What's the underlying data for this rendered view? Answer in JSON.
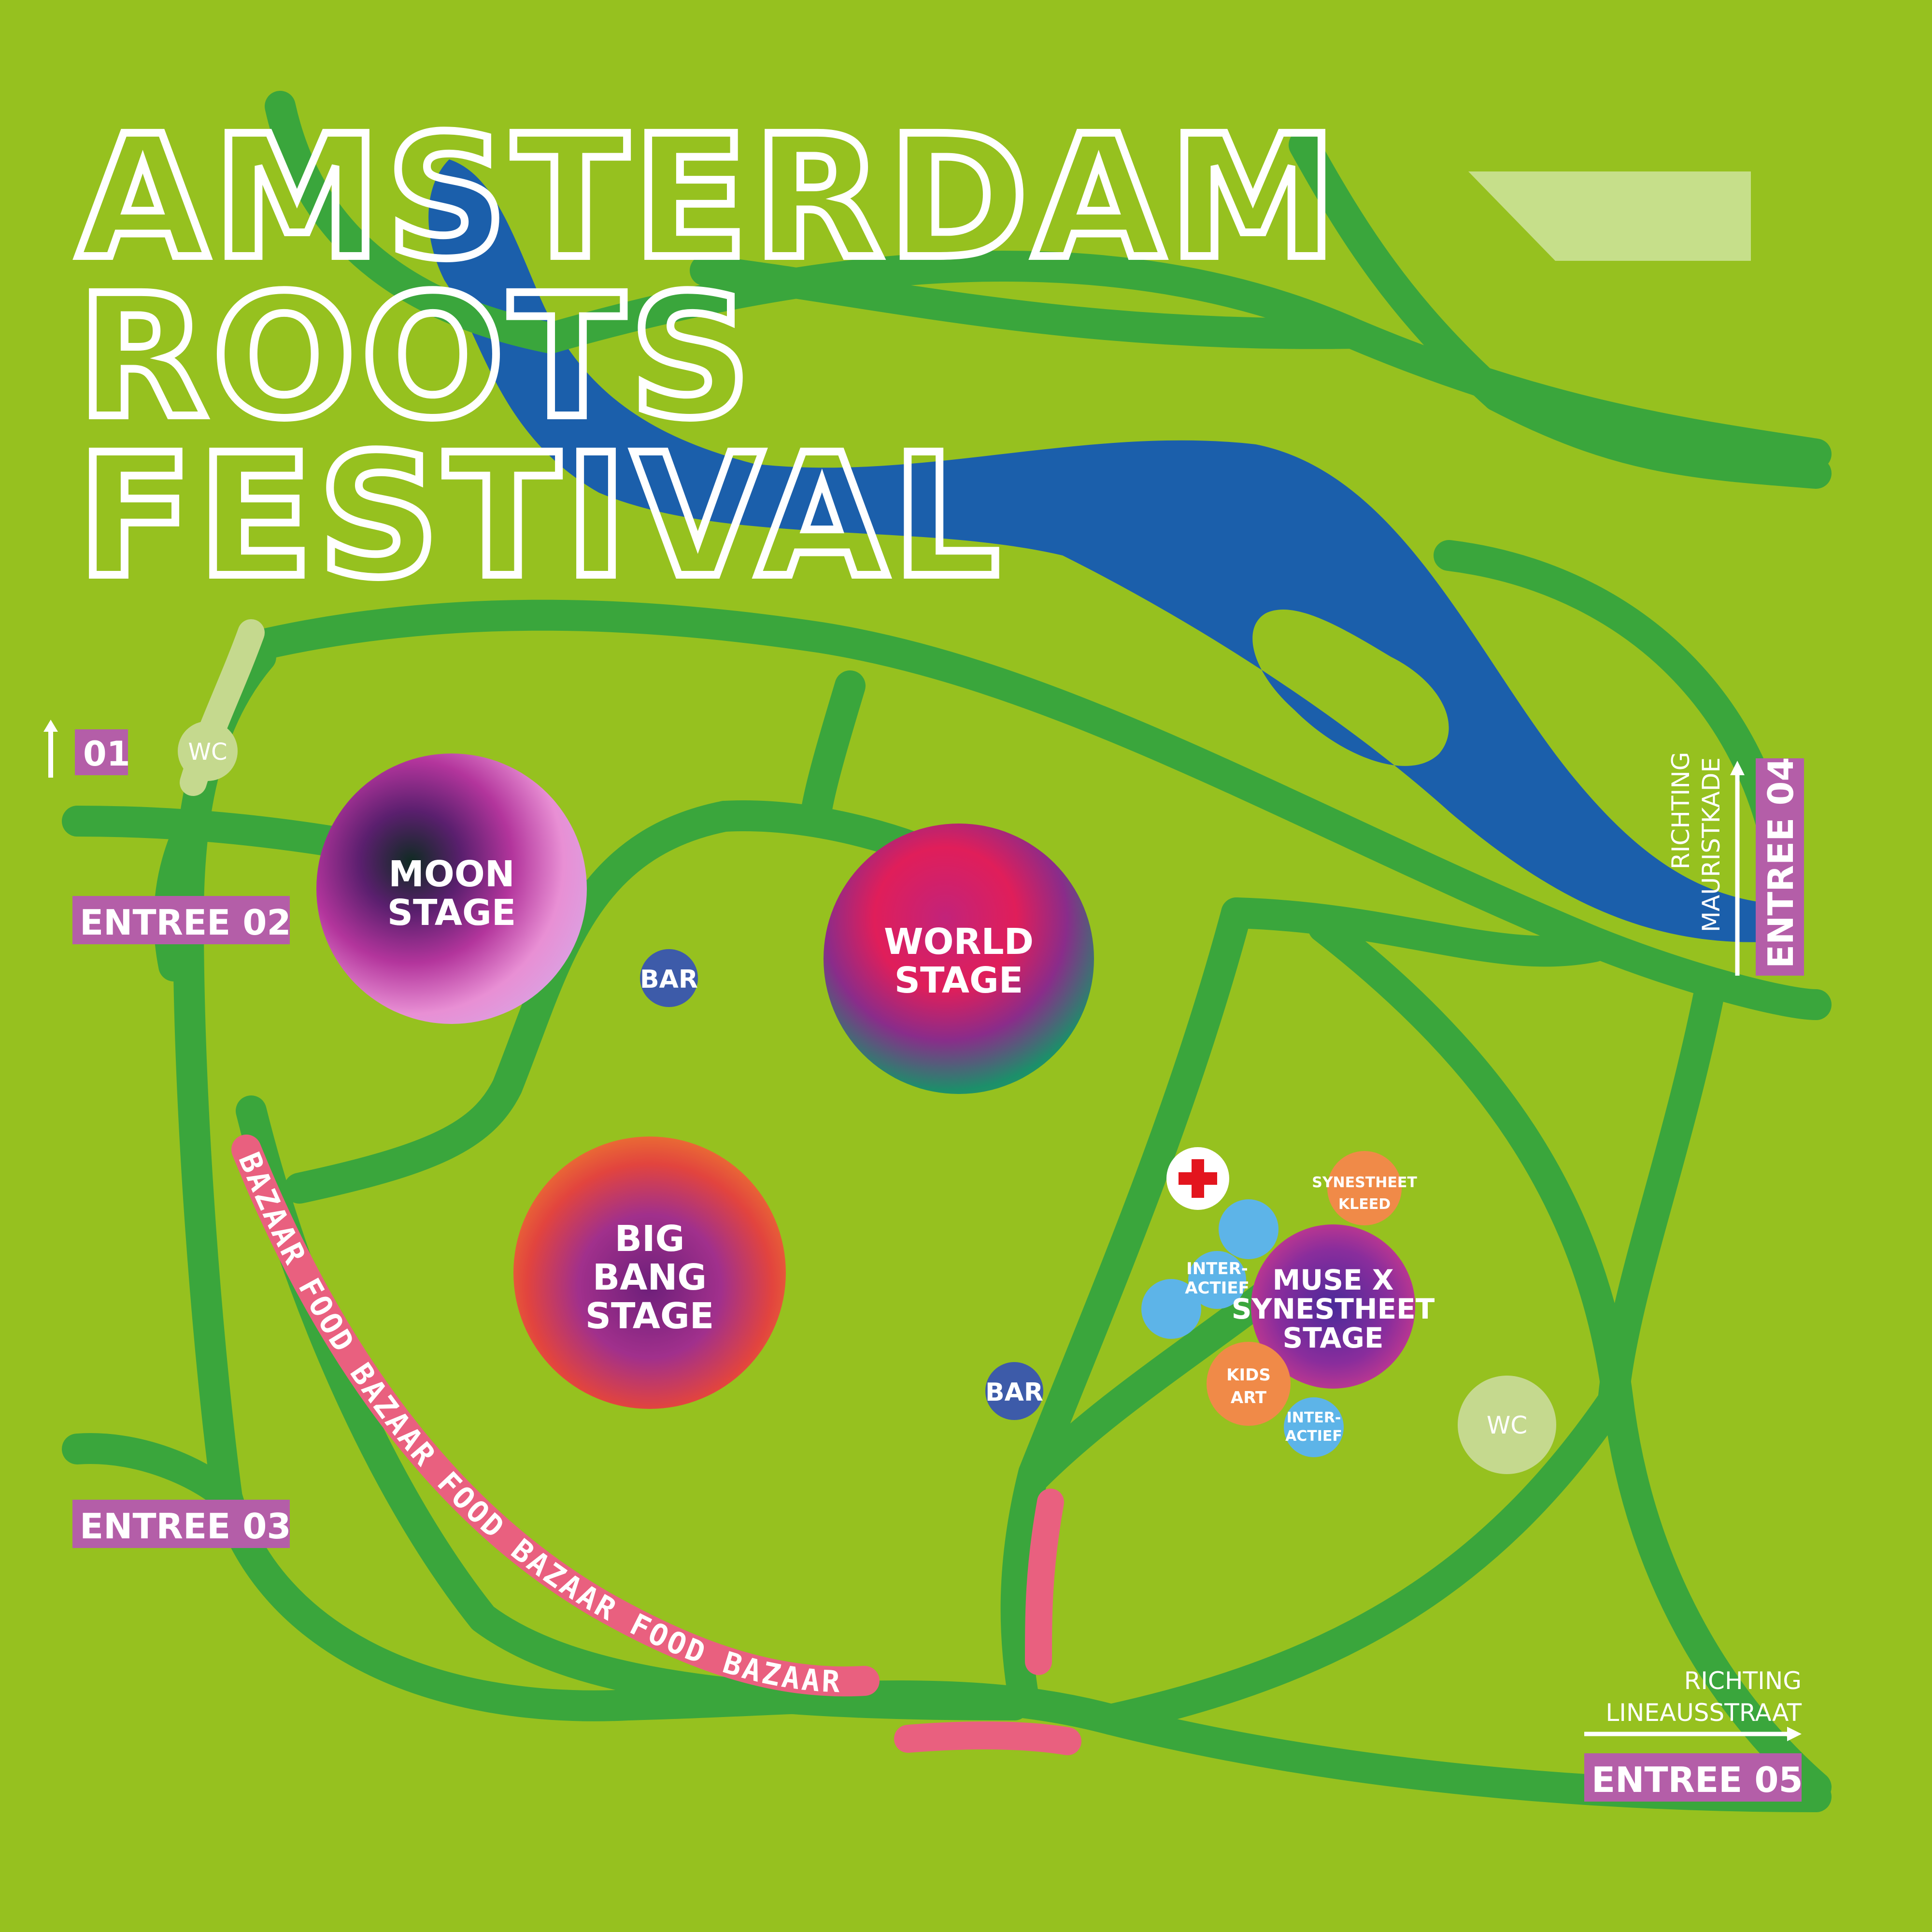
{
  "title": {
    "line1": "AMSTERDAM",
    "line2": "ROOTS",
    "line3": "FESTIVAL"
  },
  "colors": {
    "background": "#96c11f",
    "paths": "#3aa63c",
    "water": "#1b5fab",
    "entree_badge": "#b45ea8",
    "bar": "#3d5ba9",
    "interactief": "#5db4e8",
    "orange": "#f08a48",
    "wc": "#c5d98e",
    "bazaar_pink": "#e9607f",
    "first_aid_cross": "#e3151e"
  },
  "stages": {
    "moon": {
      "line1": "MOON",
      "line2": "STAGE"
    },
    "world": {
      "line1": "WORLD",
      "line2": "STAGE"
    },
    "bigbang": {
      "line1": "BIG",
      "line2": "BANG",
      "line3": "STAGE"
    },
    "muse": {
      "line1": "MUSE X",
      "line2": "SYNESTHEET",
      "line3": "STAGE"
    }
  },
  "amenities": {
    "bar": "BAR",
    "wc": "WC",
    "interactief_top": "INTER-",
    "interactief_bottom": "ACTIEF",
    "kids_top": "KIDS",
    "kids_bottom": "ART",
    "synestheet_top": "SYNESTHEET",
    "synestheet_bottom": "KLEED",
    "first_aid_icon": "first-aid-cross-icon"
  },
  "entrances": {
    "e01": "01",
    "e02": "ENTREE 02",
    "e03": "ENTREE 03",
    "e04": "ENTREE 04",
    "e05": "ENTREE 05"
  },
  "directions": {
    "richting": "RICHTING",
    "mauristkade": "MAURISTKADE",
    "lineausstraat": "LINEAUSSTRAAT"
  },
  "bazaar": {
    "text": "BAZAAR  FOOD  BAZAAR  FOOD  BAZAAR  FOOD  BAZAAR  FOOD  BAZAAR"
  }
}
